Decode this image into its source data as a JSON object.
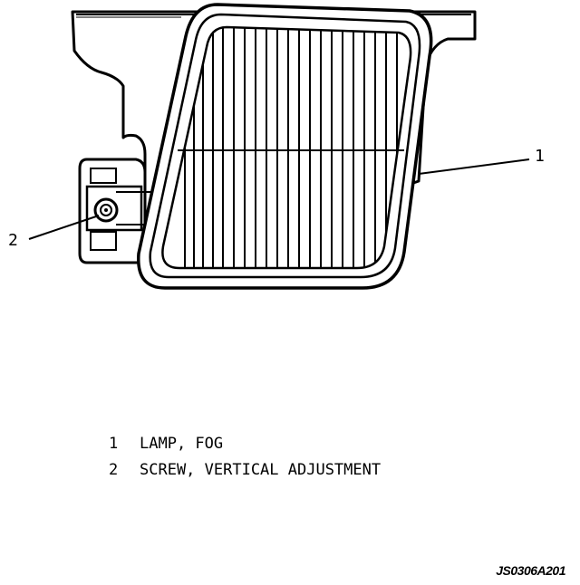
{
  "diagram": {
    "callouts": [
      {
        "number": "1",
        "label": "LAMP, FOG"
      },
      {
        "number": "2",
        "label": "SCREW, VERTICAL ADJUSTMENT"
      }
    ],
    "figure_code": "JS0306A201"
  }
}
